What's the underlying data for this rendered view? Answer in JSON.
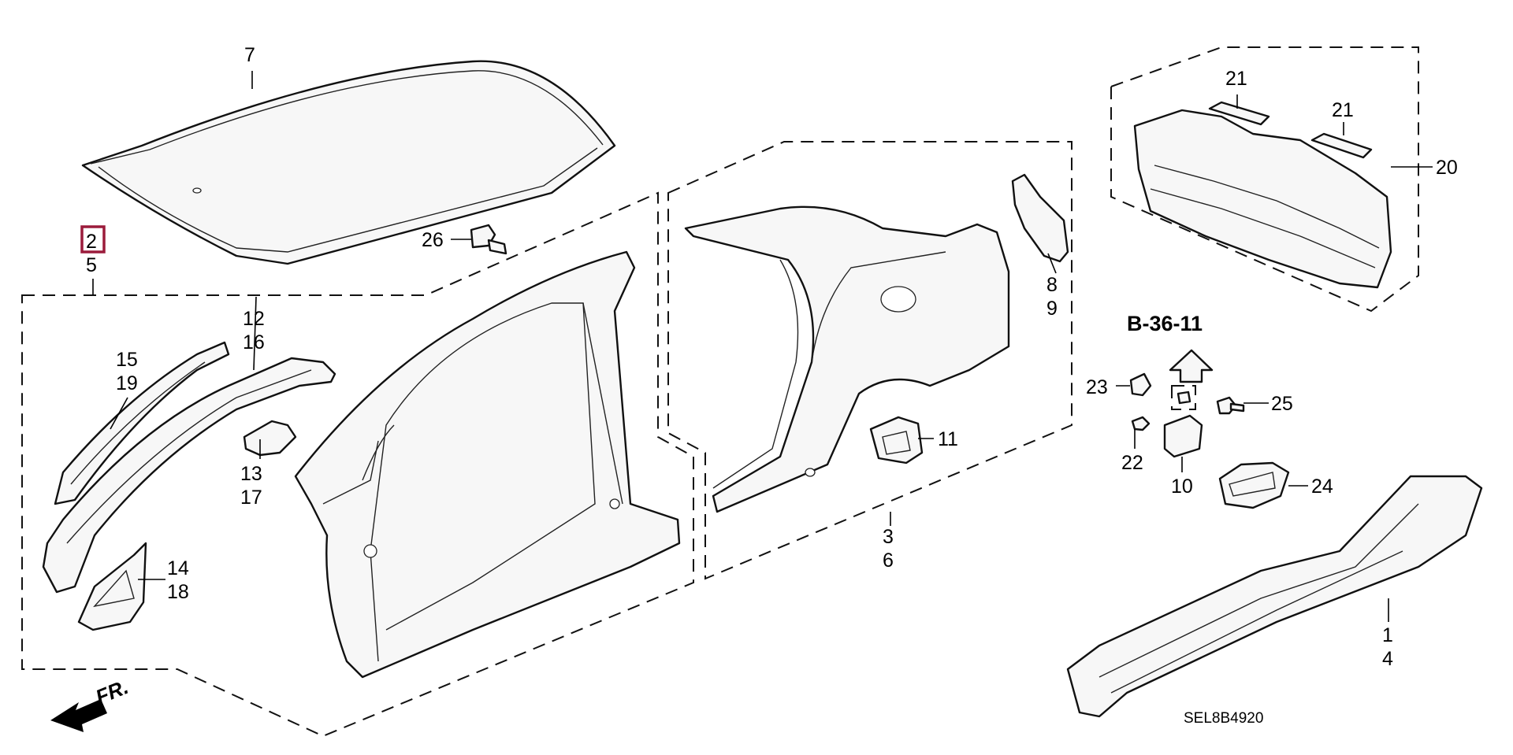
{
  "diagram": {
    "selected_part": "2",
    "reference": "B-36-11",
    "drawing_code": "SEL8B4920",
    "direction_label": "FR.",
    "callouts": {
      "c1": "1",
      "c2": "2",
      "c3": "3",
      "c4": "4",
      "c5": "5",
      "c6": "6",
      "c7": "7",
      "c8": "8",
      "c9": "9",
      "c10": "10",
      "c11": "11",
      "c12": "12",
      "c13": "13",
      "c14": "14",
      "c15": "15",
      "c16": "16",
      "c17": "17",
      "c18": "18",
      "c19": "19",
      "c20": "20",
      "c21a": "21",
      "c21b": "21",
      "c22": "22",
      "c23": "23",
      "c24": "24",
      "c25": "25",
      "c26": "26"
    },
    "colors": {
      "highlight": "#9b1b3b",
      "line": "#111111"
    }
  }
}
